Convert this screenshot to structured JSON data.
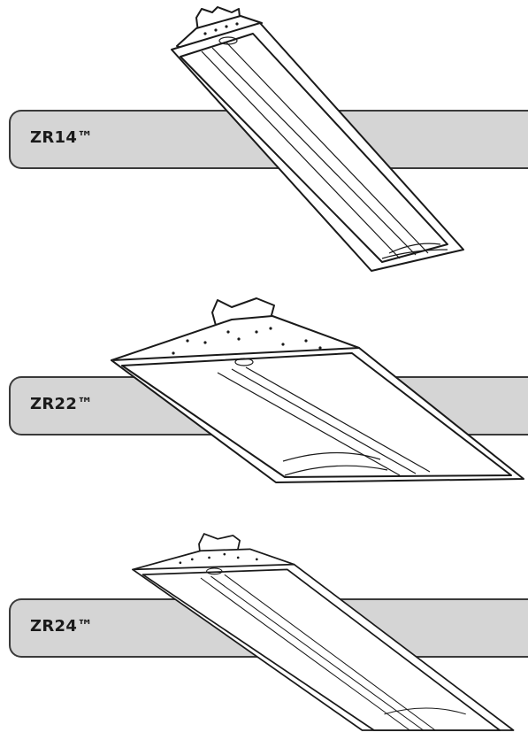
{
  "products": [
    {
      "label": "ZR14™",
      "icon": "linear-troffer-narrow-icon"
    },
    {
      "label": "ZR22™",
      "icon": "square-troffer-icon"
    },
    {
      "label": "ZR24™",
      "icon": "linear-troffer-wide-icon"
    }
  ]
}
